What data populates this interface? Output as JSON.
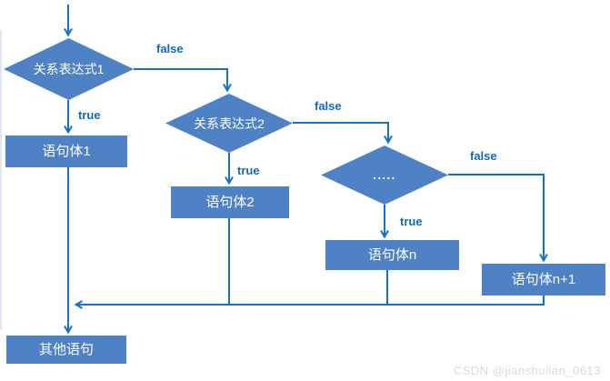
{
  "watermark": "CSDN @jianshuilan_0613",
  "colors": {
    "shape_fill": "#4E82C4",
    "connector": "#1470C8",
    "edge_label": "#0E6ABF",
    "shape_text": "#FFFFFF",
    "watermark": "#D9D9D9"
  },
  "nodes": {
    "decision1": {
      "type": "decision",
      "label": "关系表达式1"
    },
    "decision2": {
      "type": "decision",
      "label": "关系表达式2"
    },
    "decision3": {
      "type": "decision",
      "label": "....."
    },
    "statement1": {
      "type": "process",
      "label": "语句体1"
    },
    "statement2": {
      "type": "process",
      "label": "语句体2"
    },
    "statement_n": {
      "type": "process",
      "label": "语句体n"
    },
    "statement_n_plus_1": {
      "type": "process",
      "label": "语句体n+1"
    },
    "other_statement": {
      "type": "process",
      "label": "其他语句"
    }
  },
  "edge_labels": {
    "false1": "false",
    "true1": "true",
    "false2": "false",
    "true2": "true",
    "false3": "false",
    "true3": "true"
  }
}
